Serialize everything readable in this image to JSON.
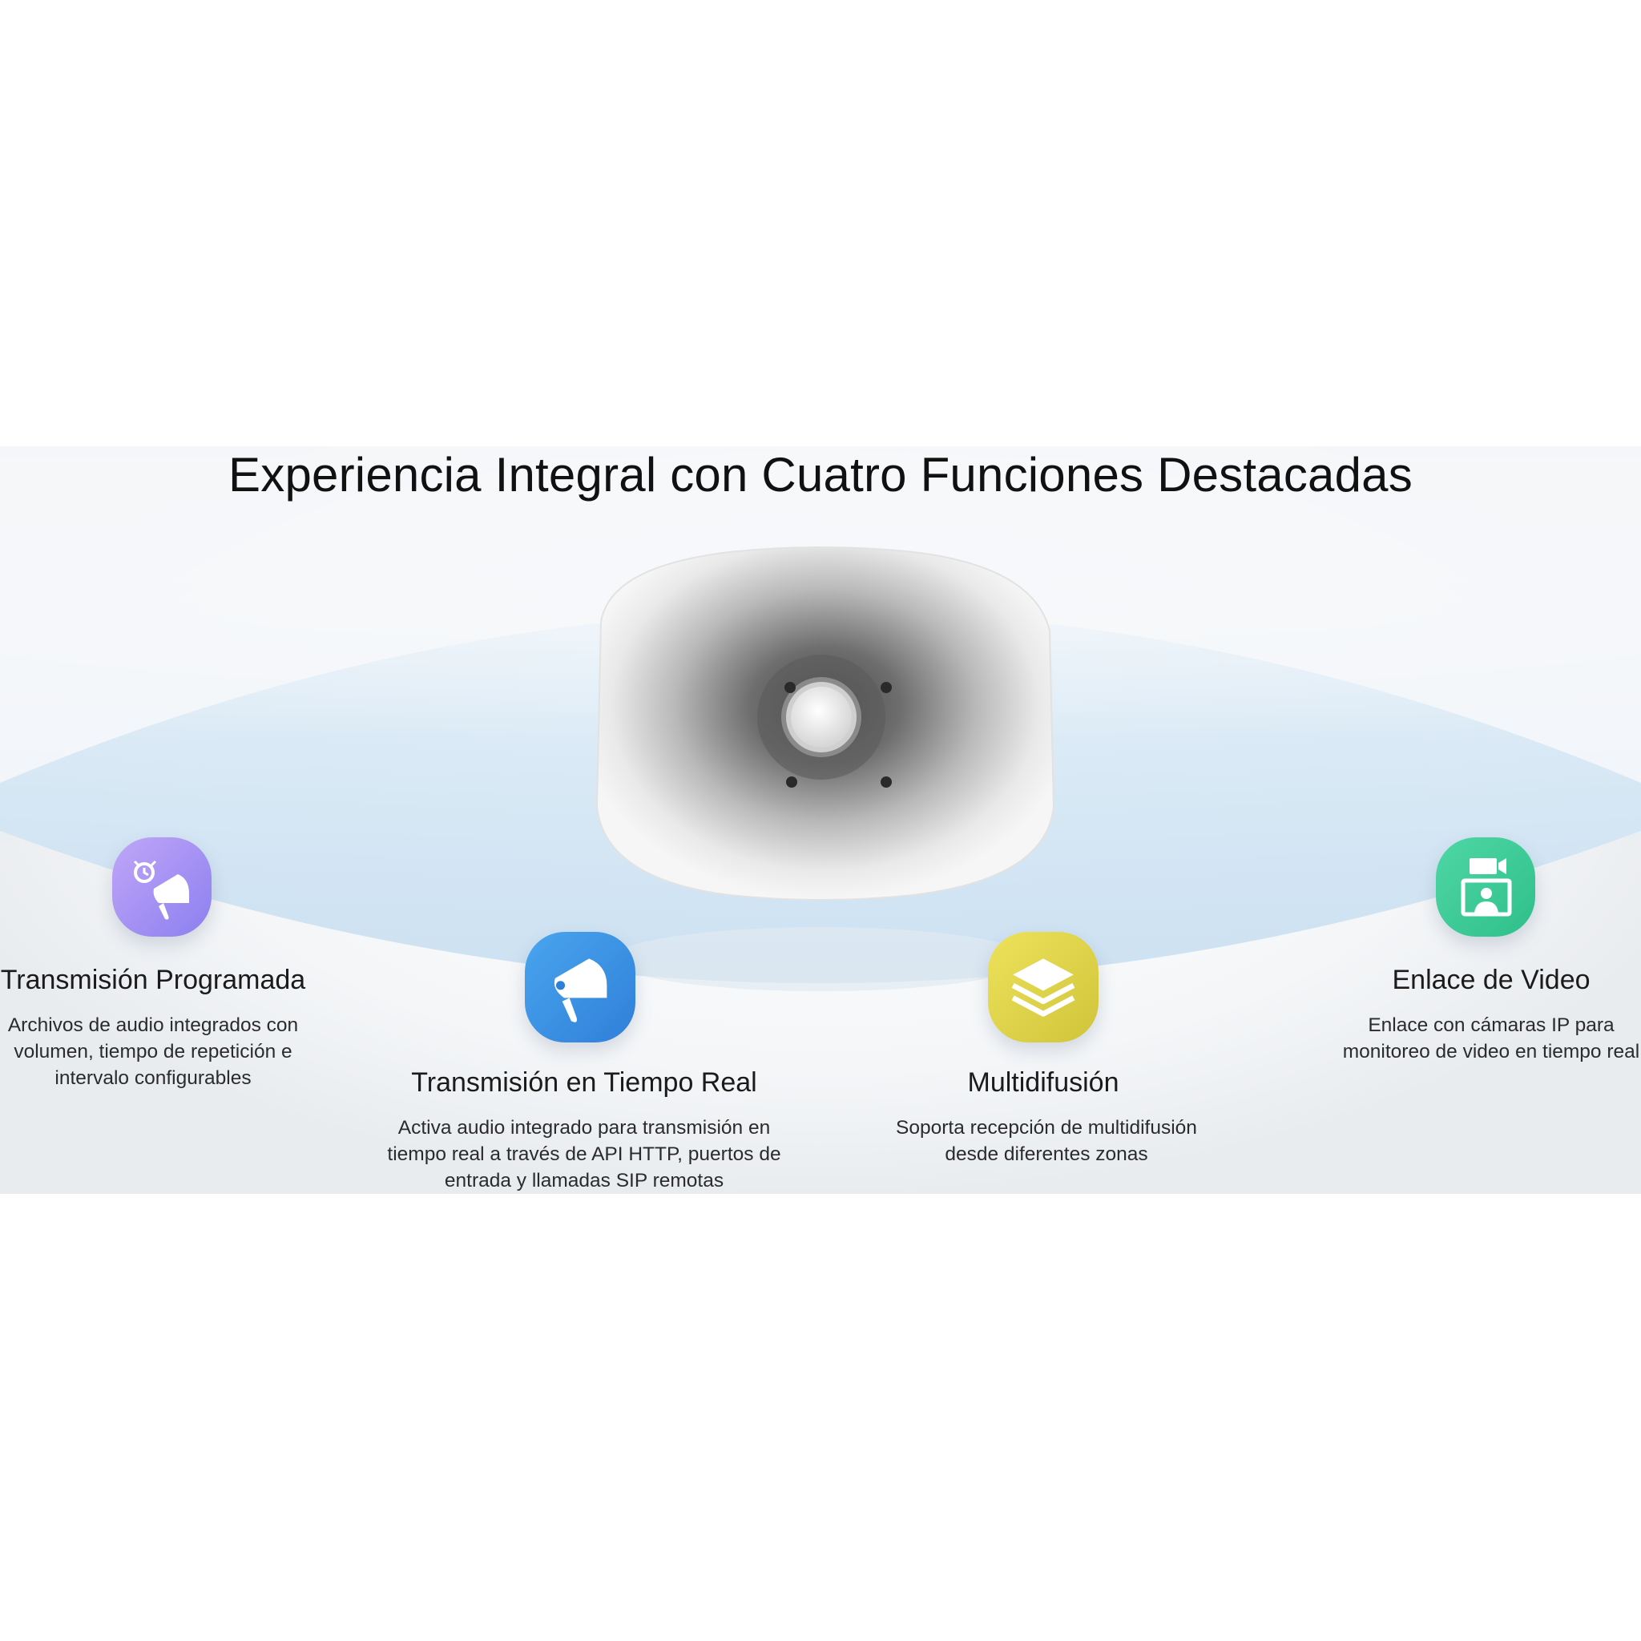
{
  "banner": {
    "title": "Experiencia Integral con Cuatro Funciones Destacadas",
    "colors": {
      "arc_blue": "#cfe4f4",
      "background": "#eeeff1"
    }
  },
  "features": [
    {
      "title": "Transmisión Programada",
      "description": "Archivos de audio integrados con volumen, tiempo de repetición e intervalo configurables",
      "icon": "scheduled-broadcast-icon",
      "color": "#a58cf2"
    },
    {
      "title": "Transmisión en Tiempo Real",
      "description": "Activa audio integrado para transmisión en tiempo real a través de API HTTP, puertos de entrada y llamadas SIP remotas",
      "icon": "megaphone-icon",
      "color": "#3f93e6"
    },
    {
      "title": "Multidifusión",
      "description": "Soporta recepción de multidifusión desde diferentes zonas",
      "icon": "layers-icon",
      "color": "#e0d44a"
    },
    {
      "title": "Enlace de Video",
      "description": "Enlace con cámaras IP para monitoreo de video en tiempo real",
      "icon": "video-link-icon",
      "color": "#3ecb98"
    }
  ]
}
